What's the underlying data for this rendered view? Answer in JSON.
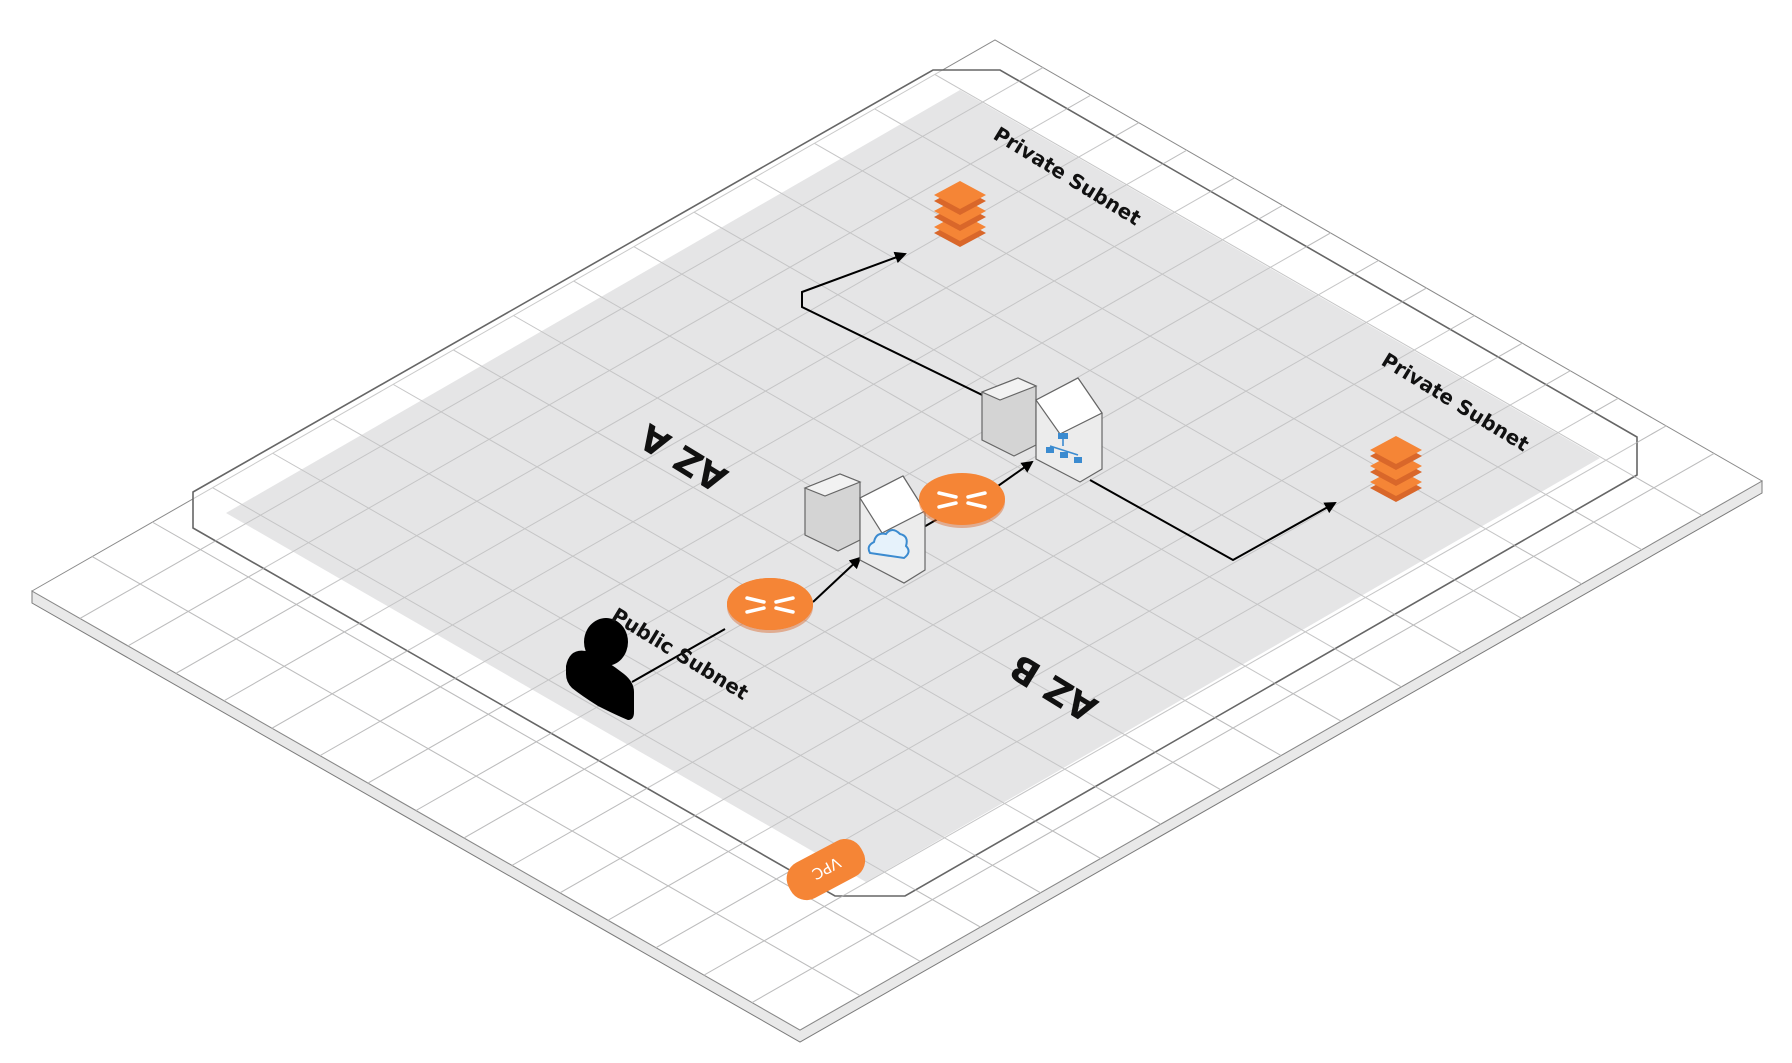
{
  "labels": {
    "private_subnet_top": "Private Subnet",
    "private_subnet_right": "Private Subnet",
    "public_subnet": "Public Subnet",
    "az_a": "AZ A",
    "az_b": "AZ B",
    "vpc": "VPC"
  },
  "icons": {
    "user": "user-icon",
    "router_1": "router-icon",
    "router_2": "router-icon",
    "cloud_gateway": "internet-gateway-cloud-icon",
    "load_balancer": "load-balancer-icon",
    "instance_stack_top": "stacked-instances-icon",
    "instance_stack_right": "stacked-instances-icon"
  },
  "colors": {
    "accent_orange": "#F58536",
    "subnet_fill": "#E3E3E4",
    "grid_line": "#C9C9C9",
    "frame_stroke": "#666666",
    "gateway_blue": "#3B8BD0"
  }
}
